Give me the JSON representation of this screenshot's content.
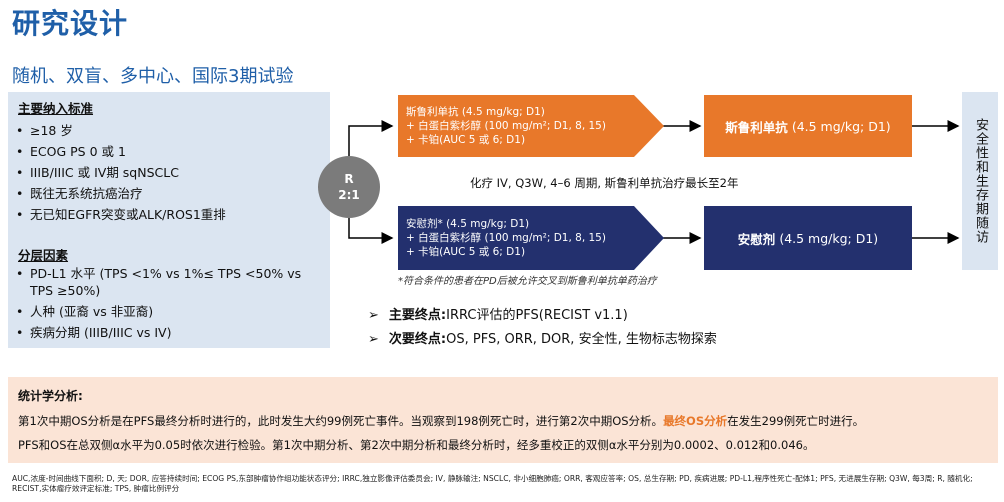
{
  "header": {
    "title": "研究设计",
    "subtitle": "随机、双盲、多中心、国际3期试验"
  },
  "inclusion": {
    "heading": "主要纳入标准",
    "items": [
      "≥18 岁",
      "ECOG PS 0 或 1",
      "IIIB/IIIC 或 IV期 sqNSCLC",
      "既往无系统抗癌治疗",
      "无已知EGFR突变或ALK/ROS1重排"
    ],
    "strat_heading": "分层因素",
    "strat_items": [
      "PD-L1 水平 (TPS <1% vs 1%≤ TPS <50% vs TPS ≥50%)",
      "人种 (亚裔 vs 非亚裔)",
      "疾病分期 (IIIB/IIIC vs IV)"
    ]
  },
  "randomization": {
    "label": "R",
    "ratio": "2:1"
  },
  "arm_top": {
    "regimen": "斯鲁利单抗 (4.5 mg/kg; D1)\n+ 白蛋白紫杉醇 (100 mg/m²; D1, 8, 15)\n+ 卡铂(AUC 5 或 6; D1)",
    "maintenance_bold": "斯鲁利单抗",
    "maintenance_rest": "(4.5 mg/kg; D1)"
  },
  "arm_bottom": {
    "regimen": "安慰剂* (4.5 mg/kg; D1)\n+ 白蛋白紫杉醇 (100 mg/m²; D1, 8, 15)\n+ 卡铂(AUC 5 或 6; D1)",
    "maintenance_bold": "安慰剂",
    "maintenance_rest": "(4.5 mg/kg; D1)"
  },
  "regimen_note": "化疗 IV, Q3W, 4–6 周期, 斯鲁利单抗治疗最长至2年",
  "crossover_note": "*符合条件的患者在PD后被允许交叉到斯鲁利单抗单药治疗",
  "followup": "安全性和生存期随访",
  "endpoints": {
    "primary_label": "主要终点:",
    "primary_text": "IRRC评估的PFS(RECIST v1.1)",
    "secondary_label": "次要终点:",
    "secondary_text": "OS, PFS, ORR, DOR, 安全性, 生物标志物探索"
  },
  "stats": {
    "heading": "统计学分析:",
    "line1_a": "第1次中期OS分析是在PFS最终分析时进行的，此时发生大约99例死亡事件。当观察到198例死亡时，进行第2次中期OS分析。",
    "line1_hl": "最终OS分析",
    "line1_b": "在发生299例死亡时进行。",
    "line2": "PFS和OS在总双侧α水平为0.05时依次进行检验。第1次中期分析、第2次中期分析和最终分析时，经多重校正的双侧α水平分别为0.0002、0.012和0.046。"
  },
  "abbreviations": "AUC,浓度-时间曲线下面积; D, 天; DOR, 应答持续时间; ECOG PS,东部肿瘤协作组功能状态评分; IRRC,独立影像评估委员会; IV, 静脉输注; NSCLC, 非小细胞肺癌; ORR, 客观应答率; OS, 总生存期; PD, 疾病进展; PD-L1,程序性死亡-配体1; PFS, 无进展生存期; Q3W, 每3周; R, 随机化; RECIST,实体瘤疗效评定标准; TPS, 肿瘤比例评分",
  "colors": {
    "blue_title": "#1f5fa8",
    "orange": "#e8782a",
    "navy": "#23306e",
    "panel_blue": "#dbe5f1",
    "panel_peach": "#fbe4d6"
  }
}
